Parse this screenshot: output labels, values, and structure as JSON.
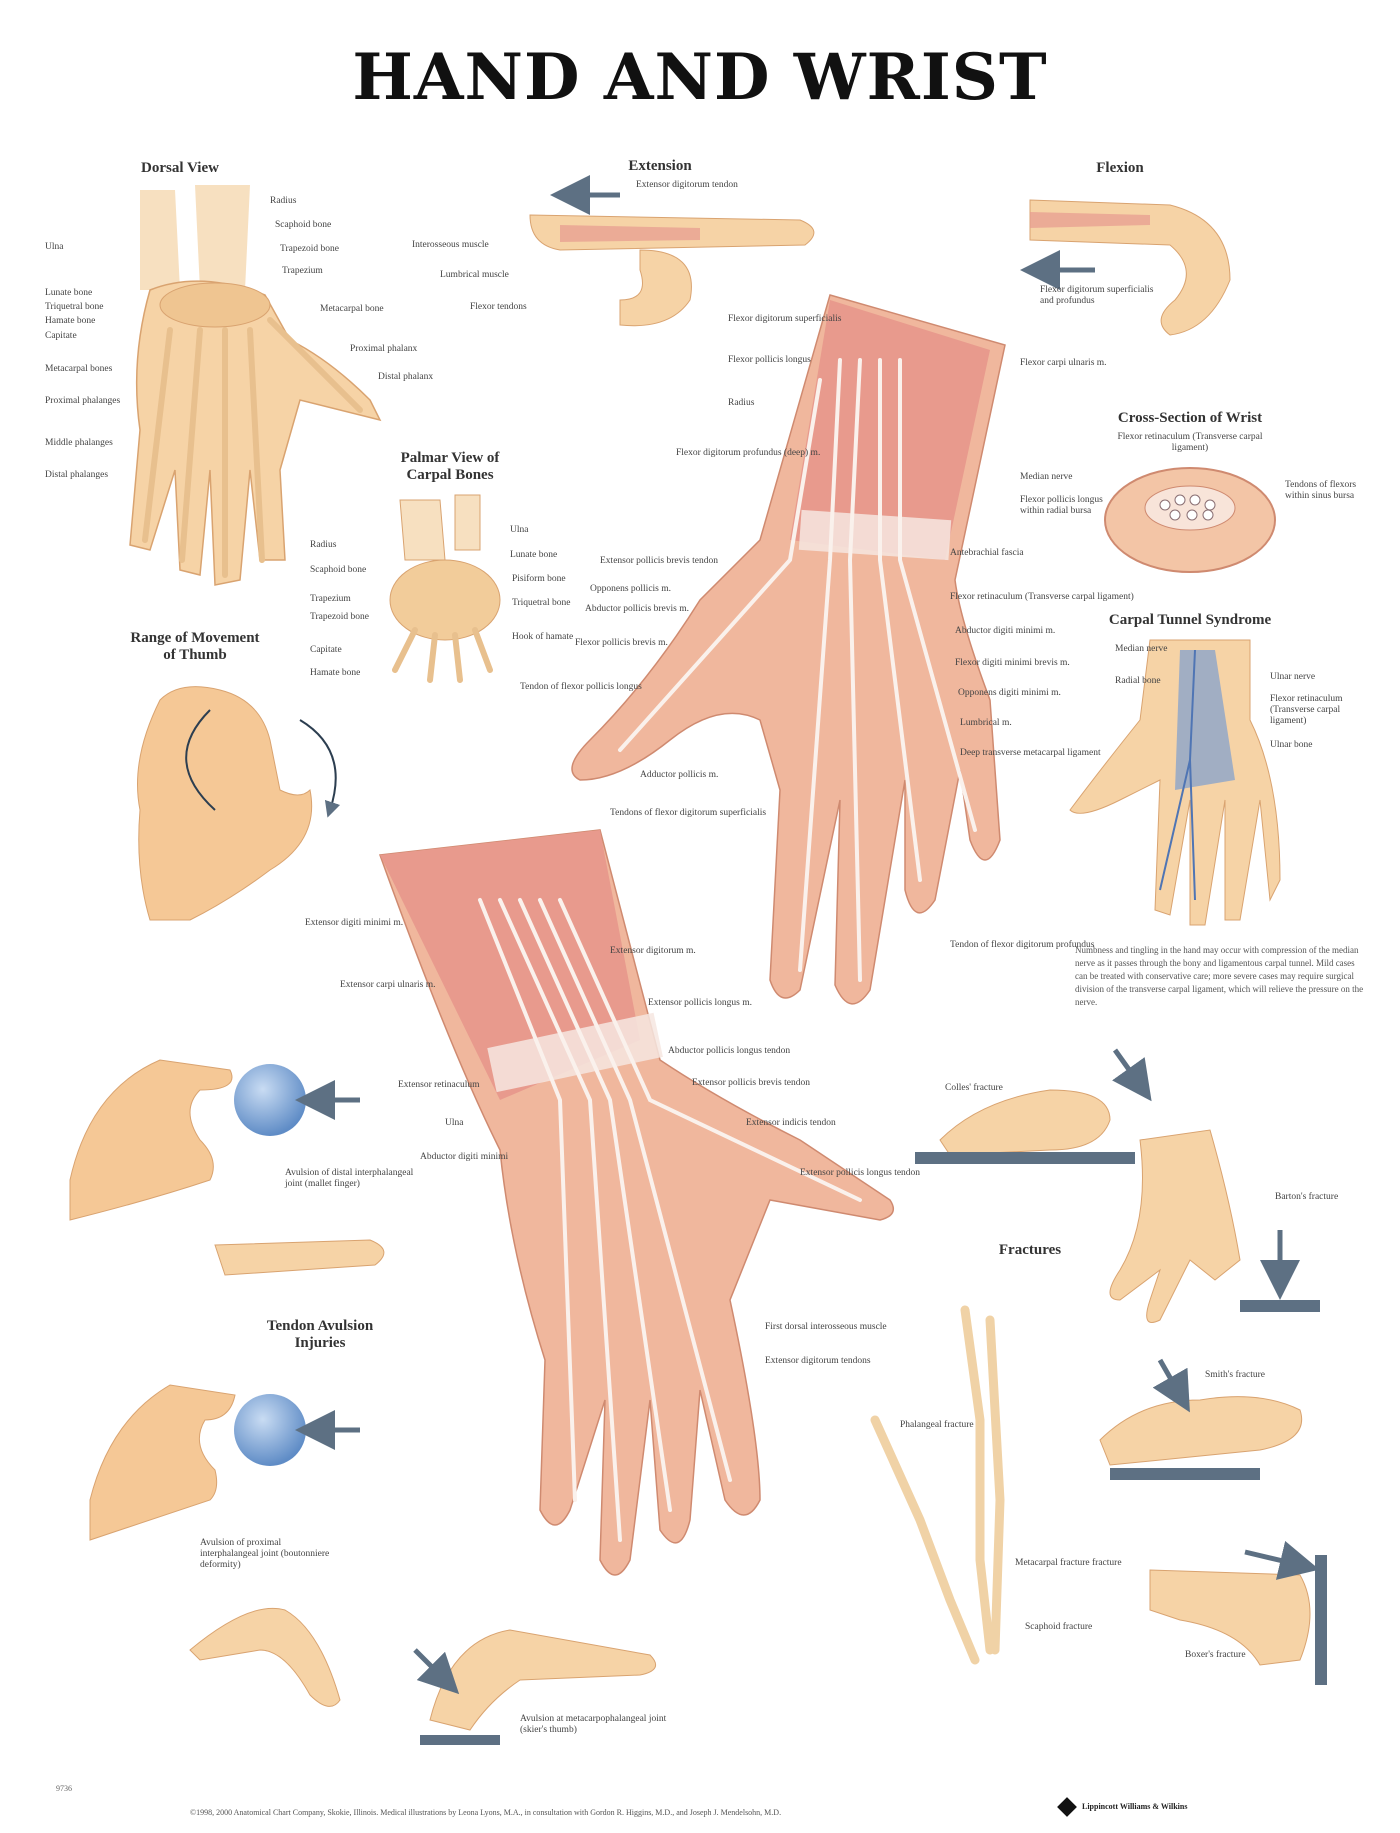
{
  "title": "HAND AND WRIST",
  "sections": {
    "dorsal_view": "Dorsal View",
    "extension": "Extension",
    "flexion": "Flexion",
    "palmar_carpal": "Palmar View of Carpal Bones",
    "range_thumb": "Range of Movement of Thumb",
    "cross_section": "Cross-Section of Wrist",
    "carpal_tunnel": "Carpal Tunnel Syndrome",
    "tendon_avulsion": "Tendon Avulsion Injuries",
    "fractures": "Fractures"
  },
  "labels": {
    "dorsal": [
      "Radius",
      "Scaphoid bone",
      "Trapezoid bone",
      "Trapezium",
      "Ulna",
      "Lunate bone",
      "Triquetral bone",
      "Hamate bone",
      "Capitate",
      "Metacarpal bone",
      "Proximal phalanx",
      "Distal phalanx",
      "Metacarpal bones",
      "Proximal phalanges",
      "Middle phalanges",
      "Distal phalanges"
    ],
    "extension": [
      "Extensor digitorum tendon",
      "Interosseous muscle",
      "Lumbrical muscle",
      "Flexor tendons"
    ],
    "flexion": [
      "Flexor digitorum superficialis and profundus"
    ],
    "palmar_muscles": [
      "Flexor digitorum superficialis",
      "Flexor pollicis longus",
      "Radius",
      "Flexor digitorum profundus (deep) m.",
      "Flexor carpi ulnaris m.",
      "Extensor pollicis brevis tendon",
      "Opponens pollicis m.",
      "Abductor pollicis brevis m.",
      "Flexor pollicis brevis m.",
      "Tendon of flexor pollicis longus",
      "Antebrachial fascia",
      "Flexor retinaculum (Transverse carpal ligament)",
      "Abductor digiti minimi m.",
      "Flexor digiti minimi brevis m.",
      "Opponens digiti minimi m.",
      "Lumbrical m.",
      "Deep transverse metacarpal ligament",
      "Adductor pollicis m.",
      "Tendons of flexor digitorum superficialis",
      "Tendon of flexor digitorum profundus"
    ],
    "carpal_bones": [
      "Ulna",
      "Radius",
      "Lunate bone",
      "Scaphoid bone",
      "Pisiform bone",
      "Trapezium",
      "Triquetral bone",
      "Trapezoid bone",
      "Hook of hamate",
      "Capitate",
      "Hamate bone"
    ],
    "cross_section": [
      "Flexor retinaculum (Transverse carpal ligament)",
      "Median nerve",
      "Tendons of flexors within sinus bursa",
      "Flexor pollicis longus within radial bursa"
    ],
    "carpal_tunnel": [
      "Median nerve",
      "Radial bone",
      "Ulnar nerve",
      "Flexor retinaculum (Transverse carpal ligament)",
      "Ulnar bone"
    ],
    "dorsal_muscles": [
      "Extensor digiti minimi m.",
      "Extensor carpi ulnaris m.",
      "Extensor digitorum m.",
      "Extensor pollicis longus m.",
      "Abductor pollicis longus tendon",
      "Extensor pollicis brevis tendon",
      "Extensor indicis tendon",
      "Extensor retinaculum",
      "Ulna",
      "Abductor digiti minimi",
      "Extensor pollicis longus tendon",
      "First dorsal interosseous muscle",
      "Extensor digitorum tendons"
    ],
    "avulsion": [
      "Avulsion of distal interphalangeal joint (mallet finger)",
      "Avulsion of proximal interphalangeal joint (boutonniere deformity)",
      "Avulsion at metacarpophalangeal joint (skier's thumb)"
    ],
    "fractures": [
      "Colles' fracture",
      "Barton's fracture",
      "Smith's fracture",
      "Phalangeal fracture",
      "Metacarpal fracture fracture",
      "Scaphoid fracture",
      "Boxer's fracture"
    ]
  },
  "carpal_tunnel_text": "Numbness and tingling in the hand may occur with compression of the median nerve as it passes through the bony and ligamentous carpal tunnel. Mild cases can be treated with conservative care; more severe cases may require surgical division of the transverse carpal ligament, which will relieve the pressure on the nerve.",
  "footer": "©1998, 2000 Anatomical Chart Company, Skokie, Illinois. Medical illustrations by Leona Lyons, M.A., in consultation with Gordon R. Higgins, M.D., and Joseph J. Mendelsohn, M.D.",
  "code": "9736",
  "publisher": "Lippincott Williams & Wilkins",
  "colors": {
    "skin": "#f3c79c",
    "bone": "#f6d7ab",
    "muscle": "#e79a90",
    "tendon": "#f7ece6",
    "ball": "#7fa8d8",
    "arrow": "#5d7083",
    "nerve": "#6f95c8"
  }
}
